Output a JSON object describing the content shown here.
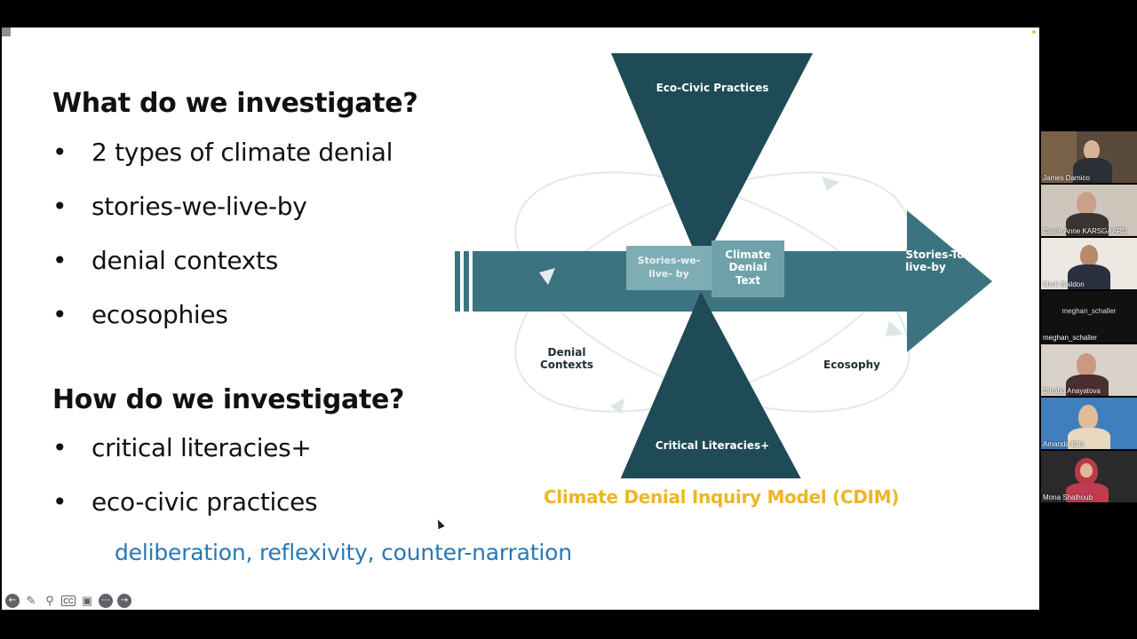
{
  "slide": {
    "heading1": "What do we investigate?",
    "bullets1": [
      "2 types of climate denial",
      "stories-we-live-by",
      "denial contexts",
      "ecosophies"
    ],
    "heading2": "How do we investigate?",
    "bullets2": [
      "critical literacies+",
      "eco-civic practices"
    ],
    "subline": "deliberation, reflexivity, counter-narration",
    "bullet_symbol": "•"
  },
  "model": {
    "top": "Eco-Civic Practices",
    "bottom": "Critical Literacies+",
    "arrow_label_1": "Stories-To-",
    "arrow_label_2": "live-by",
    "box_left_1": "Stories-we-",
    "box_left_2": "live- by",
    "box_right_1": "Climate",
    "box_right_2": "Denial",
    "box_right_3": "Text",
    "left_label_1": "Denial",
    "left_label_2": "Contexts",
    "right_label": "Ecosophy",
    "caption": "Climate Denial Inquiry Model (CDIM)",
    "colors": {
      "dark": "#1e4b55",
      "arrow": "#3c7380",
      "box": "#6ea1a9",
      "caption": "#efb524"
    }
  },
  "toolbar": {
    "icons": [
      "back-icon",
      "pencil-icon",
      "zoom-icon",
      "cc-icon",
      "camera-off-icon",
      "more-icon",
      "forward-icon"
    ],
    "cc_label": "CC"
  },
  "participants": [
    {
      "name": "James Damico"
    },
    {
      "name": "Carrie Anne KARSGAARD"
    },
    {
      "name": "Mark Baildon"
    },
    {
      "name": "meghan_schaller",
      "label": "meghan_schaller"
    },
    {
      "name": "Dilraba Anayatova"
    },
    {
      "name": "Amanda Ellis"
    },
    {
      "name": "Mona Shalhoub"
    }
  ]
}
